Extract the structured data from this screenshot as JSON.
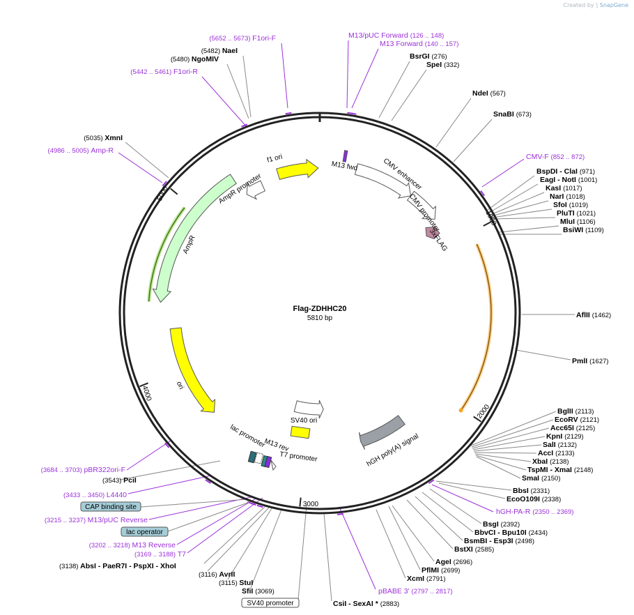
{
  "watermark": {
    "prefix": "Created by",
    "brand": "SnapGene"
  },
  "plasmid": {
    "name": "Flag-ZDHHC20",
    "length_text": "5810 bp",
    "length_bp": 5810
  },
  "ticks": [
    "1000",
    "2000",
    "3000",
    "4000",
    "5000"
  ],
  "features": [
    {
      "name": "f1 ori",
      "color": "#ffff00"
    },
    {
      "name": "M13 fwd",
      "color": "#8a2be2"
    },
    {
      "name": "CMV enhancer",
      "color": "#ffffff"
    },
    {
      "name": "CMV promoter",
      "color": "#ffffff"
    },
    {
      "name": "3xFLAG",
      "color": "#c08aa0"
    },
    {
      "name": "AmpR promoter",
      "color": "#ffffff"
    },
    {
      "name": "AmpR",
      "color": "#ccffcc"
    },
    {
      "name": "ori",
      "color": "#ffff00"
    },
    {
      "name": "SV40 ori",
      "color": "#ffff00"
    },
    {
      "name": "hGH poly(A) signal",
      "color": "#9aa0a6"
    },
    {
      "name": "T7 promoter",
      "color": "#ffffff"
    },
    {
      "name": "lac promoter",
      "color": "#ffffff"
    },
    {
      "name": "M13 rev",
      "color": "#8a2be2"
    }
  ],
  "primers": [
    {
      "name": "F1ori-F",
      "range": "(5652 .. 5673)"
    },
    {
      "name": "F1ori-R",
      "range": "(5442 .. 5461)"
    },
    {
      "name": "M13/pUC Forward",
      "range": "(126 .. 148)"
    },
    {
      "name": "M13 Forward",
      "range": "(140 .. 157)"
    },
    {
      "name": "Amp-R",
      "range": "(4986 .. 5005)"
    },
    {
      "name": "CMV-F",
      "range": "(852 .. 872)"
    },
    {
      "name": "hGH-PA-R",
      "range": "(2350 .. 2369)"
    },
    {
      "name": "pBABE 3'",
      "range": "(2797 .. 2817)"
    },
    {
      "name": "pBR322ori-F",
      "range": "(3684 .. 3703)"
    },
    {
      "name": "L4440",
      "range": "(3433 .. 3450)"
    },
    {
      "name": "M13/pUC Reverse",
      "range": "(3215 .. 3237)"
    },
    {
      "name": "M13 Reverse",
      "range": "(3202 .. 3218)"
    },
    {
      "name": "T7",
      "range": "(3169 .. 3188)"
    }
  ],
  "sites": [
    {
      "name": "NaeI",
      "pos": "(5482)"
    },
    {
      "name": "NgoMIV",
      "pos": "(5480)"
    },
    {
      "name": "XmnI",
      "pos": "(5035)"
    },
    {
      "name": "BsrGI",
      "pos": "(276)"
    },
    {
      "name": "SpeI",
      "pos": "(332)"
    },
    {
      "name": "NdeI",
      "pos": "(567)"
    },
    {
      "name": "SnaBI",
      "pos": "(673)"
    },
    {
      "name": "BspDI - ClaI",
      "pos": "(971)"
    },
    {
      "name": "EagI - NotI",
      "pos": "(1001)"
    },
    {
      "name": "KasI",
      "pos": "(1017)"
    },
    {
      "name": "NarI",
      "pos": "(1018)"
    },
    {
      "name": "SfoI",
      "pos": "(1019)"
    },
    {
      "name": "PluTI",
      "pos": "(1021)"
    },
    {
      "name": "MluI",
      "pos": "(1106)"
    },
    {
      "name": "BsiWI",
      "pos": "(1109)"
    },
    {
      "name": "AflII",
      "pos": "(1462)"
    },
    {
      "name": "PmlI",
      "pos": "(1627)"
    },
    {
      "name": "BglII",
      "pos": "(2113)"
    },
    {
      "name": "EcoRV",
      "pos": "(2121)"
    },
    {
      "name": "Acc65I",
      "pos": "(2125)"
    },
    {
      "name": "KpnI",
      "pos": "(2129)"
    },
    {
      "name": "SalI",
      "pos": "(2132)"
    },
    {
      "name": "AccI",
      "pos": "(2133)"
    },
    {
      "name": "XbaI",
      "pos": "(2138)"
    },
    {
      "name": "TspMI - XmaI",
      "pos": "(2148)"
    },
    {
      "name": "SmaI",
      "pos": "(2150)"
    },
    {
      "name": "BbsI",
      "pos": "(2331)"
    },
    {
      "name": "EcoO109I",
      "pos": "(2338)"
    },
    {
      "name": "BsgI",
      "pos": "(2392)"
    },
    {
      "name": "BbvCI - Bpu10I",
      "pos": "(2434)"
    },
    {
      "name": "BsmBI - Esp3I",
      "pos": "(2498)"
    },
    {
      "name": "BstXI",
      "pos": "(2585)"
    },
    {
      "name": "AgeI",
      "pos": "(2696)"
    },
    {
      "name": "PflMI",
      "pos": "(2699)"
    },
    {
      "name": "XcmI",
      "pos": "(2791)"
    },
    {
      "name": "CsiI - SexAI *",
      "pos": "(2883)"
    },
    {
      "name": "SfiI",
      "pos": "(3069)"
    },
    {
      "name": "StuI",
      "pos": "(3115)"
    },
    {
      "name": "AvrII",
      "pos": "(3116)"
    },
    {
      "name": "AbsI - PaeR7I - PspXI - XhoI",
      "pos": "(3138)"
    },
    {
      "name": "PciI",
      "pos": "(3543)"
    }
  ],
  "boxed": [
    {
      "name": "CAP binding site",
      "color": "#a5cdd8"
    },
    {
      "name": "lac operator",
      "color": "#a5cdd8"
    },
    {
      "name": "SV40 promoter",
      "color": "#ffffff"
    }
  ]
}
